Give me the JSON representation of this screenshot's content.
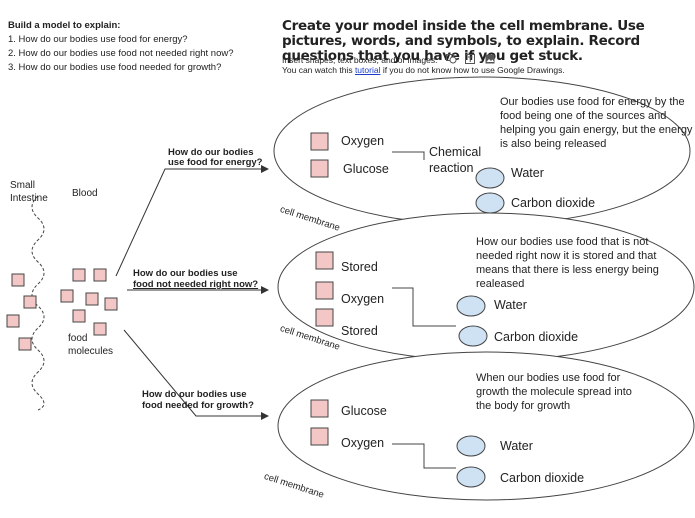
{
  "left_panel": {
    "title": "Build a model to explain:",
    "questions": [
      "1. How do our bodies use food for energy?",
      "2. How do our bodies use food not needed right now?",
      "3. How do our bodies use food needed for growth?"
    ]
  },
  "instructions": {
    "title": "Create your model inside the cell membrane. Use pictures, words, and symbols, to explain. Record questions that you have if you get stuck.",
    "insert_text": "Insert shapes, text boxes, and/or images.",
    "watch_prefix": "You can watch this ",
    "watch_link": "tutorial",
    "watch_suffix": " if you do not know how to use Google Drawings."
  },
  "icons": {
    "shape": "shape-icon",
    "textbox": "textbox-icon",
    "image": "image-icon"
  },
  "diagram": {
    "small_intestine_1": "Small",
    "small_intestine_2": "Intestine",
    "blood": "Blood",
    "food_1": "food",
    "food_2": "molecules",
    "arrow_q1_1": "How do our bodies",
    "arrow_q1_2": "use food for energy?",
    "arrow_q2_1": "How do our bodies use",
    "arrow_q2_2": "food not needed right now?",
    "arrow_q3_1": "How do our bodies use",
    "arrow_q3_2": "food needed for growth?",
    "cells": [
      {
        "sq1": "Oxygen",
        "sq2": "Glucose",
        "reaction_1": "Chemical",
        "reaction_2": "reaction",
        "c1": "Water",
        "c2": "Carbon dioxide",
        "description": "Our bodies use food for energy by the food being one of the sources and helping you gain energy, but the energy is also being released",
        "membrane": "cell membrane"
      },
      {
        "sq1": "Stored",
        "sq2": "Oxygen",
        "sq3": "Stored",
        "c1": "Water",
        "c2": "Carbon dioxide",
        "description": "How our bodies use food that is not needed right now it is stored and that means that there is less energy being realeased",
        "membrane": "cell membrane"
      },
      {
        "sq1": "Glucose",
        "sq2": "Oxygen",
        "c1": "Water",
        "c2": "Carbon dioxide",
        "description": "When our bodies use food for growth the molecule spread into the body for growth",
        "membrane": "cell membrane"
      }
    ]
  },
  "colors": {
    "square_fill": "#f4c7c7",
    "circle_fill": "#cfe2f3",
    "link": "#1a3cc8"
  }
}
